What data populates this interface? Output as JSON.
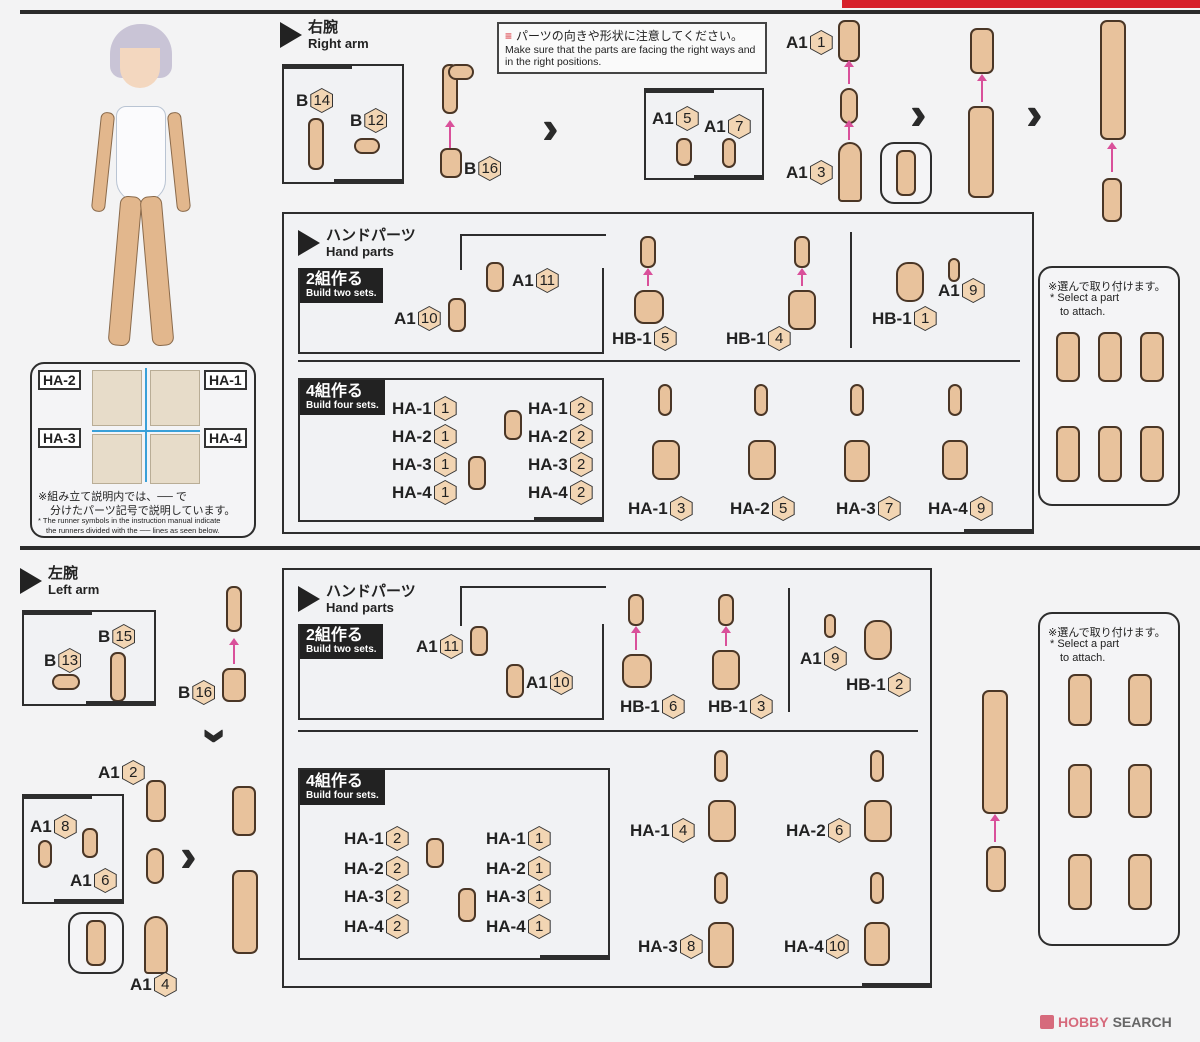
{
  "notice": {
    "jp": "パーツの向きや形状に注意してください。",
    "en": "Make sure that the parts are facing the right ways and in the right positions."
  },
  "right_arm": {
    "title_jp": "右腕",
    "title_en": "Right arm",
    "inset_parts": [
      {
        "runner": "B",
        "num": "14"
      },
      {
        "runner": "B",
        "num": "12"
      }
    ],
    "parts": [
      {
        "runner": "B",
        "num": "16"
      }
    ],
    "elbow_inset": [
      {
        "runner": "A1",
        "num": "5"
      },
      {
        "runner": "A1",
        "num": "7"
      }
    ],
    "upper": {
      "runner": "A1",
      "num": "1"
    },
    "lower": {
      "runner": "A1",
      "num": "3"
    }
  },
  "right_hand": {
    "title_jp": "ハンドパーツ",
    "title_en": "Hand parts",
    "two_sets": {
      "badge_jp": "2組作る",
      "badge_en": "Build two sets.",
      "joint_a": {
        "runner": "A1",
        "num": "10"
      },
      "joint_b": {
        "runner": "A1",
        "num": "11"
      },
      "hands": [
        {
          "runner": "HB-1",
          "num": "5"
        },
        {
          "runner": "HB-1",
          "num": "4"
        }
      ],
      "ok_hand": {
        "runner": "HB-1",
        "num": "1"
      },
      "ok_joint": {
        "runner": "A1",
        "num": "9"
      }
    },
    "four_sets": {
      "badge_jp": "4組作る",
      "badge_en": "Build four sets.",
      "left_list": [
        {
          "runner": "HA-1",
          "num": "1"
        },
        {
          "runner": "HA-2",
          "num": "1"
        },
        {
          "runner": "HA-3",
          "num": "1"
        },
        {
          "runner": "HA-4",
          "num": "1"
        }
      ],
      "right_list": [
        {
          "runner": "HA-1",
          "num": "2"
        },
        {
          "runner": "HA-2",
          "num": "2"
        },
        {
          "runner": "HA-3",
          "num": "2"
        },
        {
          "runner": "HA-4",
          "num": "2"
        }
      ],
      "hands": [
        {
          "runner": "HA-1",
          "num": "3"
        },
        {
          "runner": "HA-2",
          "num": "5"
        },
        {
          "runner": "HA-3",
          "num": "7"
        },
        {
          "runner": "HA-4",
          "num": "9"
        }
      ]
    },
    "select_note": {
      "jp": "※選んで取り付けます。",
      "en1": "* Select a part",
      "en2": "to attach."
    }
  },
  "runner_map": {
    "labels": [
      "HA-2",
      "HA-1",
      "HA-3",
      "HA-4"
    ],
    "note_jp1": "※組み立て説明内では、── で",
    "note_jp2": "分けたパーツ記号で説明しています。",
    "note_en1": "* The runner symbols in the instruction manual indicate",
    "note_en2": "the runners divided with the ── lines as seen below.",
    "line_color": "#3aa0d8"
  },
  "left_arm": {
    "title_jp": "左腕",
    "title_en": "Left arm",
    "inset_parts": [
      {
        "runner": "B",
        "num": "15"
      },
      {
        "runner": "B",
        "num": "13"
      }
    ],
    "parts": [
      {
        "runner": "B",
        "num": "16"
      }
    ],
    "elbow_inset": [
      {
        "runner": "A1",
        "num": "8"
      },
      {
        "runner": "A1",
        "num": "6"
      }
    ],
    "upper": {
      "runner": "A1",
      "num": "2"
    },
    "lower": {
      "runner": "A1",
      "num": "4"
    }
  },
  "left_hand": {
    "title_jp": "ハンドパーツ",
    "title_en": "Hand parts",
    "two_sets": {
      "badge_jp": "2組作る",
      "badge_en": "Build two sets.",
      "joint_a": {
        "runner": "A1",
        "num": "11"
      },
      "joint_b": {
        "runner": "A1",
        "num": "10"
      },
      "hands": [
        {
          "runner": "HB-1",
          "num": "6"
        },
        {
          "runner": "HB-1",
          "num": "3"
        }
      ],
      "ok_joint": {
        "runner": "A1",
        "num": "9"
      },
      "ok_hand": {
        "runner": "HB-1",
        "num": "2"
      }
    },
    "four_sets": {
      "badge_jp": "4組作る",
      "badge_en": "Build four sets.",
      "left_list": [
        {
          "runner": "HA-1",
          "num": "2"
        },
        {
          "runner": "HA-2",
          "num": "2"
        },
        {
          "runner": "HA-3",
          "num": "2"
        },
        {
          "runner": "HA-4",
          "num": "2"
        }
      ],
      "right_list": [
        {
          "runner": "HA-1",
          "num": "1"
        },
        {
          "runner": "HA-2",
          "num": "1"
        },
        {
          "runner": "HA-3",
          "num": "1"
        },
        {
          "runner": "HA-4",
          "num": "1"
        }
      ],
      "hands": [
        {
          "runner": "HA-1",
          "num": "4"
        },
        {
          "runner": "HA-2",
          "num": "6"
        },
        {
          "runner": "HA-3",
          "num": "8"
        },
        {
          "runner": "HA-4",
          "num": "10"
        }
      ]
    },
    "select_note": {
      "jp": "※選んで取り付けます。",
      "en1": "* Select a part",
      "en2": "to attach."
    }
  },
  "watermark": {
    "brand": "HOBBY",
    "suffix": "SEARCH"
  },
  "colors": {
    "accent_red": "#d7202a",
    "arrow_pink": "#d9509a",
    "part_skin": "#e8c29c",
    "hex_fill": "#f2d5b3"
  }
}
